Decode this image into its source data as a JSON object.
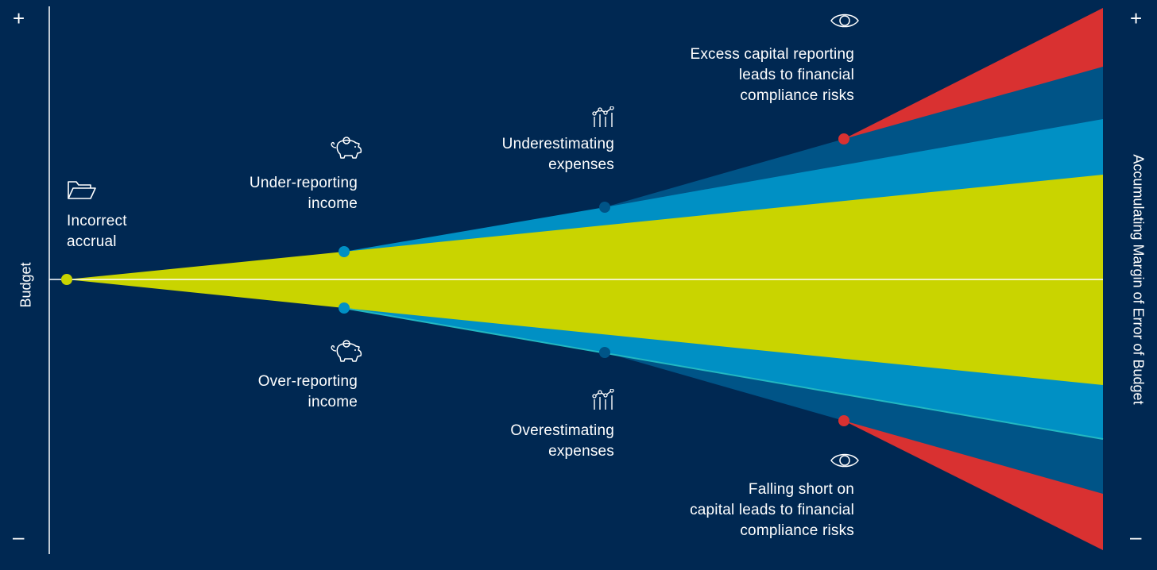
{
  "colors": {
    "background": "#002852",
    "lime": "#C9D400",
    "light_blue": "#0090C4",
    "dark_blue": "#005487",
    "red": "#D93131",
    "axis": "#FFFFFF"
  },
  "axes": {
    "left_label": "Budget",
    "right_label": "Accumulating Margin of Error of Budget",
    "plus": "+",
    "minus": "–"
  },
  "stages": {
    "accrual": {
      "label": "Incorrect\naccrual",
      "icon": "folder-icon",
      "color": "lime"
    },
    "income_top": {
      "label": "Under-reporting\nincome",
      "icon": "piggy-bank-icon",
      "color": "light_blue"
    },
    "income_bottom": {
      "label": "Over-reporting\nincome",
      "icon": "piggy-bank-icon",
      "color": "light_blue"
    },
    "expenses_top": {
      "label": "Underestimating\nexpenses",
      "icon": "line-chart-icon",
      "color": "dark_blue"
    },
    "expenses_bottom": {
      "label": "Overestimating\nexpenses",
      "icon": "line-chart-icon",
      "color": "dark_blue"
    },
    "capital_top": {
      "label": "Excess capital reporting\nleads to financial\ncompliance risks",
      "icon": "eye-icon",
      "color": "red"
    },
    "capital_bottom": {
      "label": "Falling short on\ncapital leads to financial\ncompliance risks",
      "icon": "eye-icon",
      "color": "red"
    }
  }
}
